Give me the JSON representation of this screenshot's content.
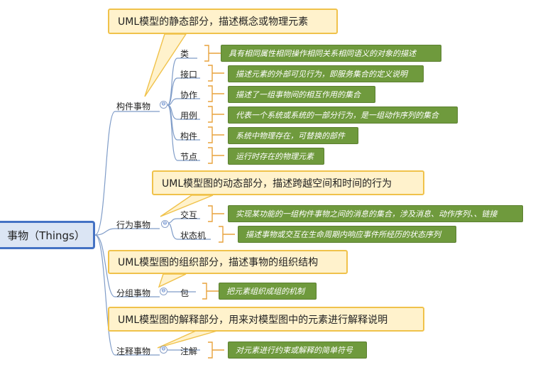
{
  "root": {
    "label": "事物（Things）"
  },
  "branches": [
    {
      "label": "构件事物",
      "callout": "UML模型的静态部分，描述概念或物理元素",
      "items": [
        {
          "label": "类",
          "note": "具有相同属性相同操作相同关系相同语义的对象的描述"
        },
        {
          "label": "接口",
          "note": "描述元素的外部可见行为，即服务集合的定义说明"
        },
        {
          "label": "协作",
          "note": "描述了一组事物间的相互作用的集合"
        },
        {
          "label": "用例",
          "note": "代表一个系统或系统的一部分行为，是一组动作序列的集合"
        },
        {
          "label": "构件",
          "note": "系统中物理存在，可替换的部件"
        },
        {
          "label": "节点",
          "note": "运行时存在的物理元素"
        }
      ]
    },
    {
      "label": "行为事物",
      "callout": "UML模型图的动态部分，描述跨越空间和时间的行为",
      "items": [
        {
          "label": "交互",
          "note": "实现某功能的一组构件事物之间的消息的集合，涉及消息、动作序列、、链接"
        },
        {
          "label": "状态机",
          "note": "描述事物或交互在生命周期内响应事件所经历的状态序列"
        }
      ]
    },
    {
      "label": "分组事物",
      "callout": "UML模型图的组织部分，描述事物的组织结构",
      "items": [
        {
          "label": "包",
          "note": "把元素组织成组的机制"
        }
      ]
    },
    {
      "label": "注释事物",
      "callout": "UML模型图的解释部分，用来对模型图中的元素进行解释说明",
      "items": [
        {
          "label": "注解",
          "note": "对元素进行约束或解释的简单符号"
        }
      ]
    }
  ],
  "collapse_symbol": "⊖"
}
